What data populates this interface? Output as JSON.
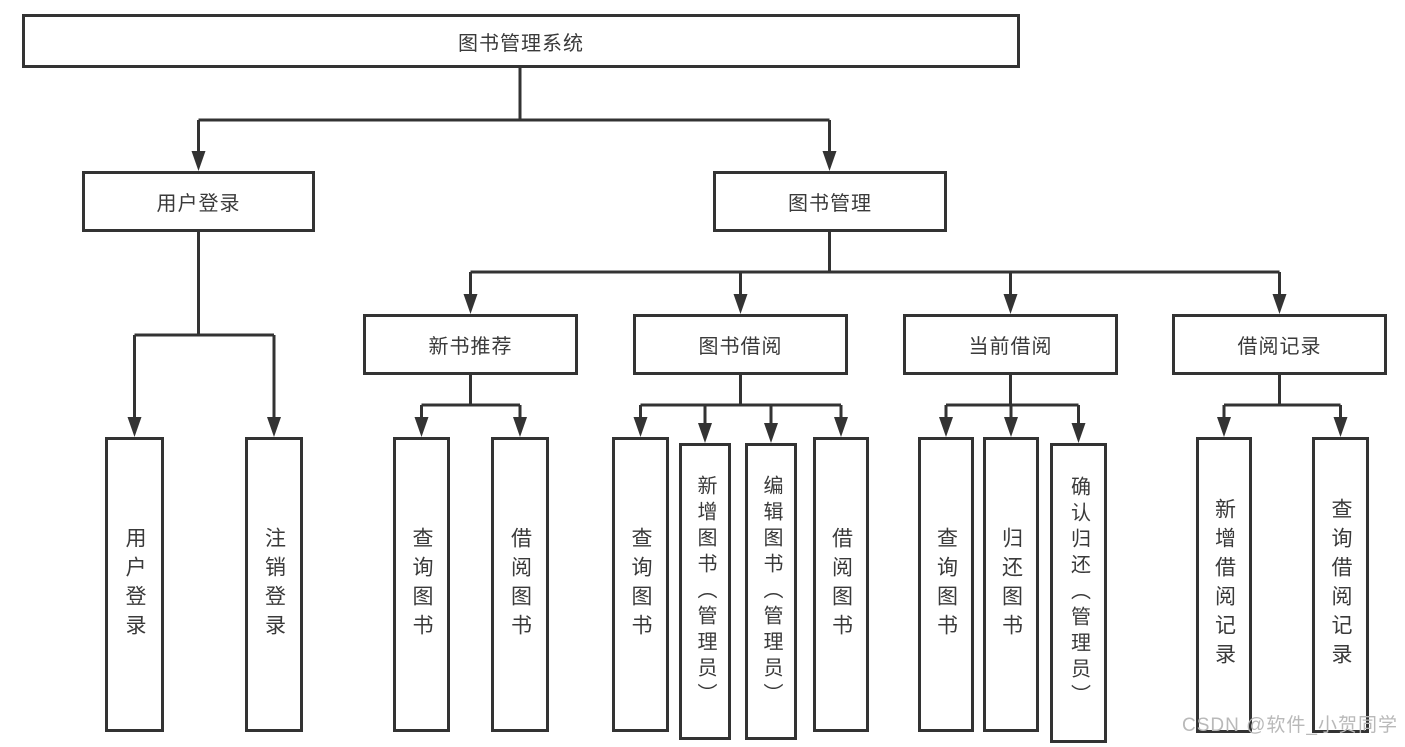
{
  "diagram": {
    "title": "图书管理系统",
    "level2": {
      "user_login": "用户登录",
      "book_management": "图书管理"
    },
    "level3": {
      "new_book_recommend": "新书推荐",
      "book_borrow": "图书借阅",
      "current_borrow": "当前借阅",
      "borrow_records": "借阅记录"
    },
    "leaves": {
      "user_login": "用户登录",
      "logout": "注销登录",
      "query_books_recommend": "查询图书",
      "borrow_books_recommend": "借阅图书",
      "query_books_borrow": "查询图书",
      "add_book_admin": "新增图书（管理员）",
      "edit_book_admin": "编辑图书（管理员）",
      "borrow_books_borrow": "借阅图书",
      "query_books_current": "查询图书",
      "return_books": "归还图书",
      "confirm_return_admin": "确认归还（管理员）",
      "add_borrow_record": "新增借阅记录",
      "query_borrow_record": "查询借阅记录"
    }
  },
  "watermark": "CSDN @软件_小贺同学",
  "colors": {
    "line": "#333333",
    "text": "#3a3a3a",
    "watermark": "#b9b9b9",
    "background": "#ffffff"
  }
}
